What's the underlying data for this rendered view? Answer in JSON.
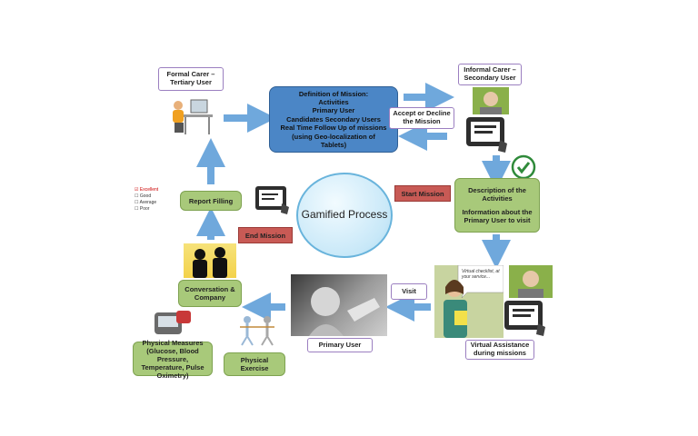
{
  "nodes": {
    "formal_carer": "Formal Carer – Tertiary User",
    "definition": [
      "Definition of Mission:",
      "Activities",
      "Primary User",
      "Candidates Secondary Users",
      "Real Time Follow Up of missions",
      "(using Geo-localization of",
      "Tablets)"
    ],
    "informal_carer": "Informal Carer – Secondary User",
    "accept_decline": "Accept or Decline the Mission",
    "gamified": "Gamified Process",
    "start_mission": "Start Mission",
    "description": [
      "Description of the Activities",
      "Information about the Primary User to visit"
    ],
    "report_filling": "Report Filling",
    "end_mission": "End Mission",
    "visit": "Visit",
    "virtual_assistance": "Virtual Assistance during missions",
    "primary_user": "Primary User",
    "conversation": "Conversation & Company",
    "physical_measures": "Physical Measures (Glucose, Blood Pressure, Temperature, Pulse Oximetry)",
    "physical_exercise": "Physical Exercise",
    "speech_bubble": "Virtual checklist, at your service...",
    "checklist": [
      "Excellent",
      "Good",
      "Average",
      "Poor"
    ]
  },
  "colors": {
    "arrow": "#6fa8dc",
    "green": "#a8c97a",
    "red": "#c85a55",
    "blue": "#4b86c6",
    "label_border": "#9b7fc0"
  },
  "icons": [
    "person-at-computer-icon",
    "tablet-touch-icon",
    "checkmark-icon",
    "blood-pressure-monitor-icon",
    "exercise-figures-icon",
    "checklist-icon"
  ]
}
